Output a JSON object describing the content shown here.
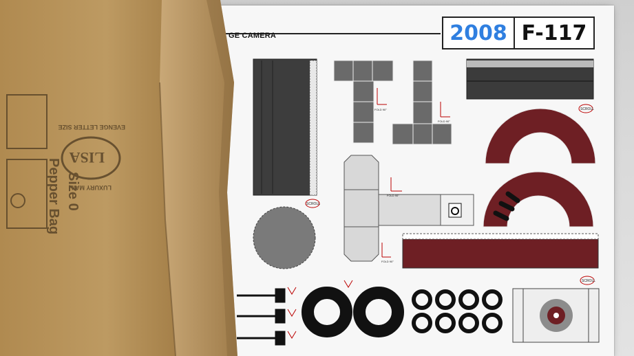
{
  "sheet": {
    "title": "GE CAMERA",
    "year": "2008",
    "code": "F-117",
    "labels": {
      "fold": "FOLD 90°",
      "scroll": "SCROLL"
    }
  },
  "envelope": {
    "brand": "LISA",
    "line1": "EVENGE LETTER SIZE",
    "line2": "LUXURY MAIL",
    "size_label": "Size 0",
    "bag_label": "Pepper Bag"
  },
  "colors": {
    "year_blue": "#2f7fe0",
    "maroon": "#6e1f24",
    "dark_grey": "#3d3d3d",
    "kraft": "#b7955c"
  }
}
